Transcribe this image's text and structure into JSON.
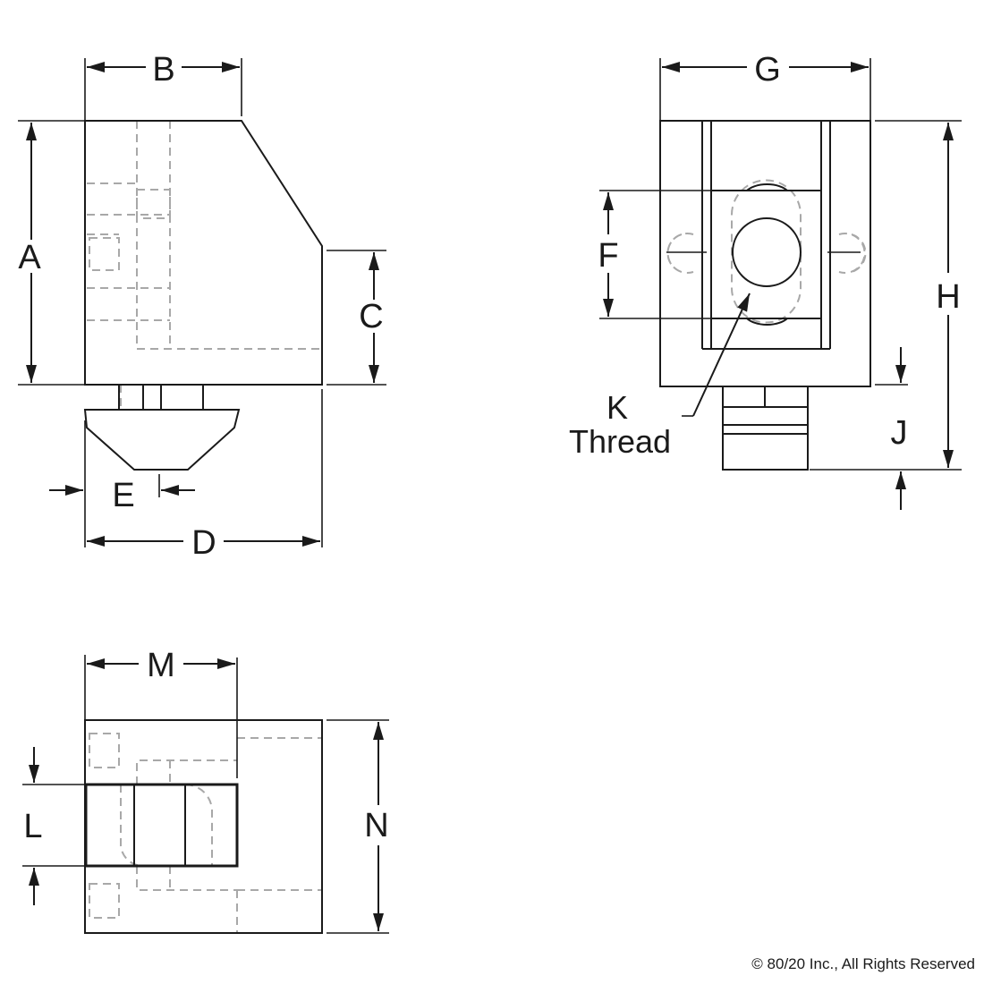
{
  "labels": {
    "A": "A",
    "B": "B",
    "C": "C",
    "D": "D",
    "E": "E",
    "F": "F",
    "G": "G",
    "H": "H",
    "J": "J",
    "K": "K",
    "thread": "Thread",
    "L": "L",
    "M": "M",
    "N": "N"
  },
  "copyright": "© 80/20 Inc., All Rights Reserved"
}
